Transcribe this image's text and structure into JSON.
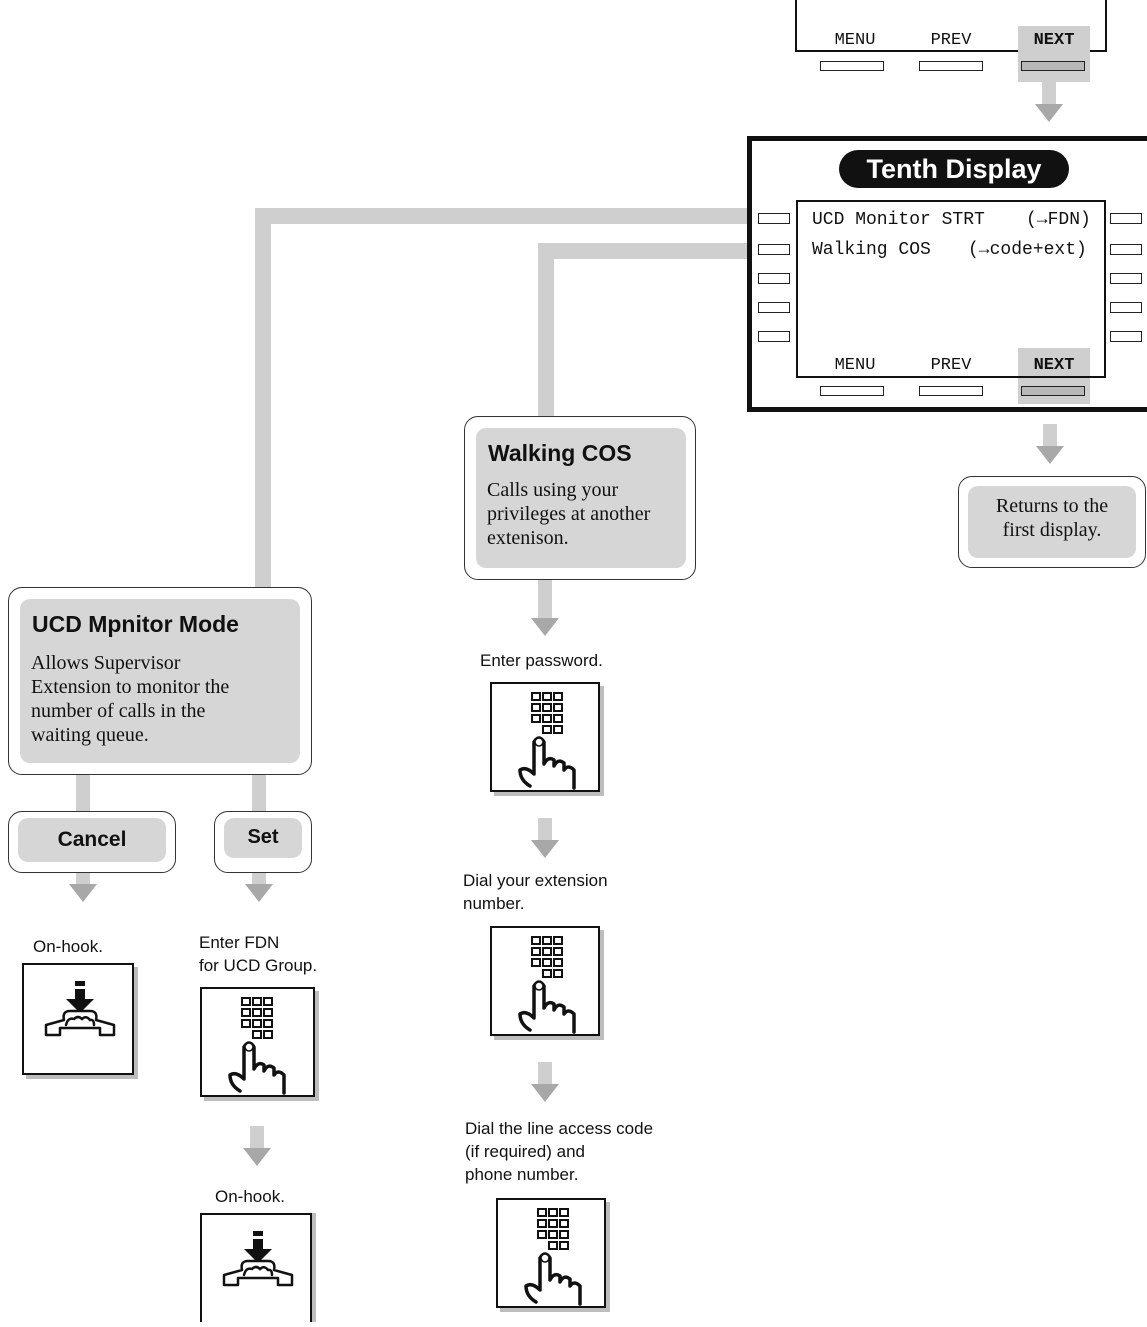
{
  "top_softkeys": {
    "menu": "MENU",
    "prev": "PREV",
    "next": "NEXT"
  },
  "display": {
    "title": "Tenth Display",
    "line1_label": "UCD Monitor STRT",
    "line1_action": "(→FDN)",
    "line2_label": "Walking COS",
    "line2_action": "(→code+ext)",
    "softkeys": {
      "menu": "MENU",
      "prev": "PREV",
      "next": "NEXT"
    }
  },
  "returns_box": {
    "line1": "Returns to the",
    "line2": "first display."
  },
  "walking_cos": {
    "title": "Walking COS",
    "desc_lines": [
      "Calls using your",
      "privileges at another",
      "extenison."
    ],
    "steps": {
      "password": "Enter password.",
      "ext_line1": "Dial your extension",
      "ext_line2": "number.",
      "code_line1": "Dial the line access code",
      "code_line2": "(if required) and",
      "code_line3": "phone number."
    }
  },
  "ucd": {
    "title": "UCD Mpnitor Mode",
    "desc_lines": [
      "Allows Supervisor",
      "Extension to monitor the",
      "number of calls in the",
      "waiting queue."
    ],
    "cancel": "Cancel",
    "set": "Set",
    "onhook_cancel": "On-hook.",
    "fdn_line1": "Enter FDN",
    "fdn_line2": "for UCD Group.",
    "onhook_set": "On-hook."
  },
  "icons": {
    "keypad": "dial-keypad-icon",
    "onhook": "on-hook-handset-icon"
  }
}
